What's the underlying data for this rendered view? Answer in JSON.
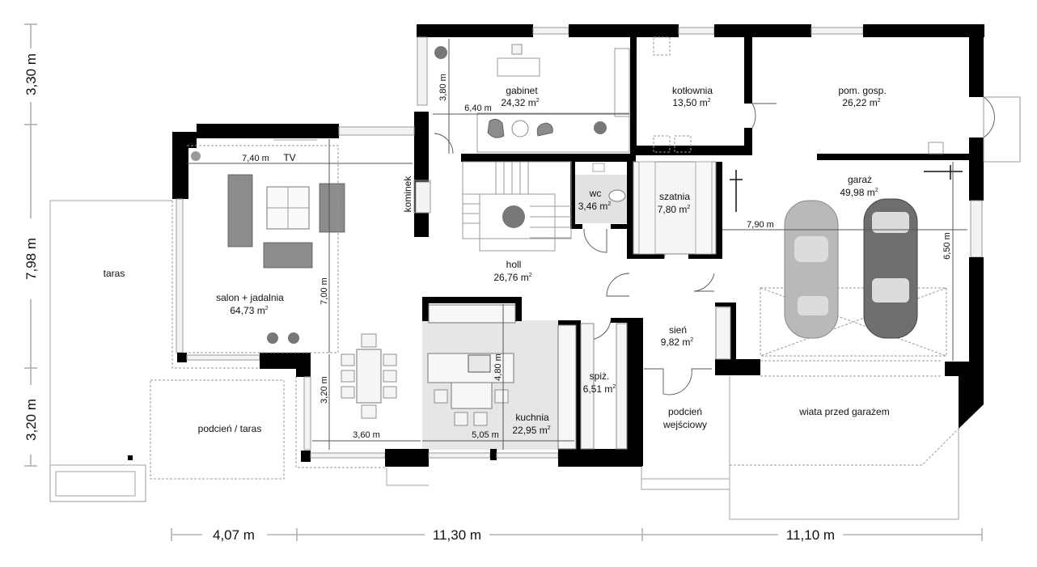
{
  "plan": {
    "type": "floor-plan",
    "rooms": [
      {
        "id": "gabinet",
        "name": "gabinet",
        "area": "24,32 m",
        "unit_sup": "2"
      },
      {
        "id": "kotlownia",
        "name": "kotłownia",
        "area": "13,50 m",
        "unit_sup": "2"
      },
      {
        "id": "pom_gosp",
        "name": "pom. gosp.",
        "area": "26,22 m",
        "unit_sup": "2"
      },
      {
        "id": "salon",
        "name": "salon + jadalnia",
        "area": "64,73 m",
        "unit_sup": "2"
      },
      {
        "id": "wc",
        "name": "wc",
        "area": "3,46 m",
        "unit_sup": "2"
      },
      {
        "id": "szatnia",
        "name": "szatnia",
        "area": "7,80 m",
        "unit_sup": "2"
      },
      {
        "id": "garaz",
        "name": "garaż",
        "area": "49,98 m",
        "unit_sup": "2"
      },
      {
        "id": "holl",
        "name": "holl",
        "area": "26,76 m",
        "unit_sup": "2"
      },
      {
        "id": "sien",
        "name": "sień",
        "area": "9,82 m",
        "unit_sup": "2"
      },
      {
        "id": "kuchnia",
        "name": "kuchnia",
        "area": "22,95 m",
        "unit_sup": "2"
      },
      {
        "id": "spiz",
        "name": "spiż.",
        "area": "6,51 m",
        "unit_sup": "2"
      }
    ],
    "outdoor": {
      "taras": "taras",
      "podcien_taras": "podcień / taras",
      "podcien_wejsciowy_1": "podcień",
      "podcien_wejsciowy_2": "wejściowy",
      "wiata": "wiata przed garażem"
    },
    "annotations": {
      "tv": "TV",
      "kominek": "kominek"
    },
    "inner_dimensions": {
      "gabinet_w": "6,40 m",
      "gabinet_h": "3,80 m",
      "salon_w": "7,40 m",
      "salon_h": "7,00 m",
      "dining_h": "3,20 m",
      "dining_w": "3,60 m",
      "kitchen_w": "5,05 m",
      "kitchen_h": "4,80 m",
      "garage_w": "7,90 m",
      "garage_h": "6,50 m"
    },
    "outer_dimensions": {
      "left": [
        "3,30 m",
        "7,98 m",
        "3,20 m"
      ],
      "bottom": [
        "4,07 m",
        "11,30 m",
        "11,10 m"
      ]
    }
  }
}
